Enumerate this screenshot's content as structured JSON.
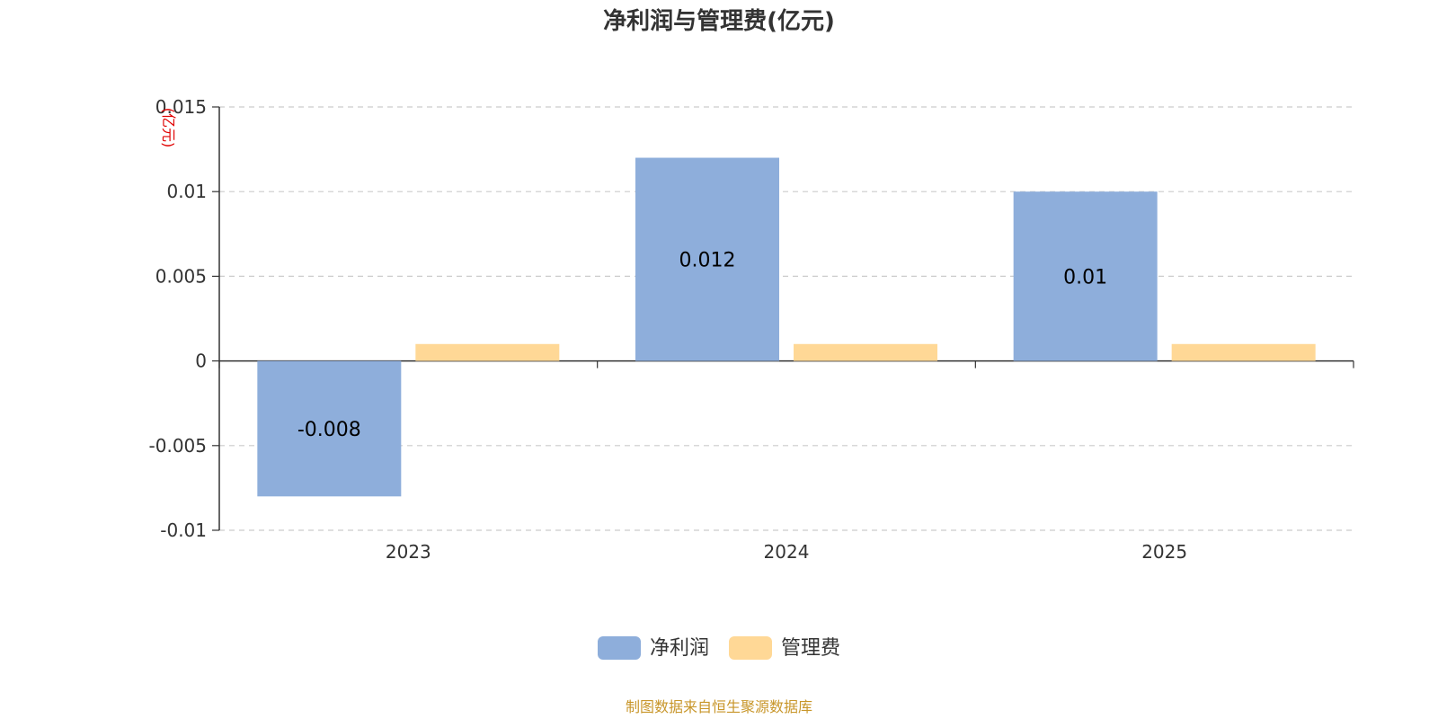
{
  "chart_data": {
    "type": "bar",
    "title": "净利润与管理费(亿元)",
    "ylabel": "(亿元)",
    "categories": [
      "2023",
      "2024",
      "2025"
    ],
    "series": [
      {
        "name": "净利润",
        "values": [
          -0.008,
          0.012,
          0.01
        ],
        "labels": [
          "-0.008",
          "0.012",
          "0.01"
        ],
        "color": "#8eaedb"
      },
      {
        "name": "管理费",
        "values": [
          0.001,
          0.001,
          0.001
        ],
        "color": "#ffd896"
      }
    ],
    "ylim": [
      -0.01,
      0.015
    ],
    "yticks": [
      -0.01,
      -0.005,
      0,
      0.005,
      0.01,
      0.015
    ],
    "ytick_labels": [
      "-0.01",
      "-0.005",
      "0",
      "0.005",
      "0.01",
      "0.015"
    ],
    "grid": true,
    "legend": "bottom-center"
  },
  "source_note": "制图数据来自恒生聚源数据库"
}
